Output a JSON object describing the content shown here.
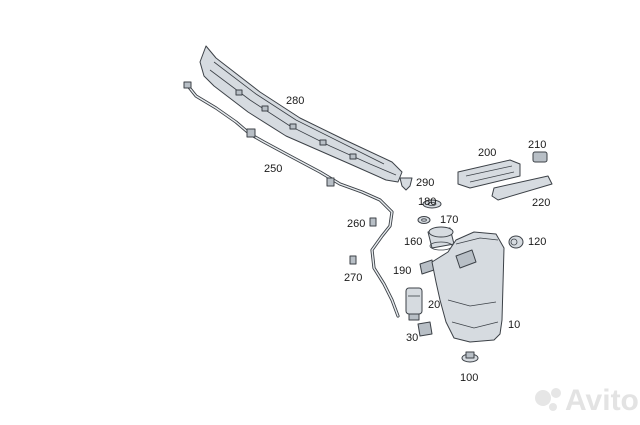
{
  "diagram": {
    "callouts": {
      "p10": "10",
      "p20": "20",
      "p30": "30",
      "p100": "100",
      "p120": "120",
      "p160": "160",
      "p170": "170",
      "p180": "180",
      "p190": "190",
      "p200": "200",
      "p210": "210",
      "p220": "220",
      "p250": "250",
      "p260": "260",
      "p270": "270",
      "p280": "280",
      "p290": "290"
    }
  },
  "watermark": {
    "text": "Avito"
  }
}
